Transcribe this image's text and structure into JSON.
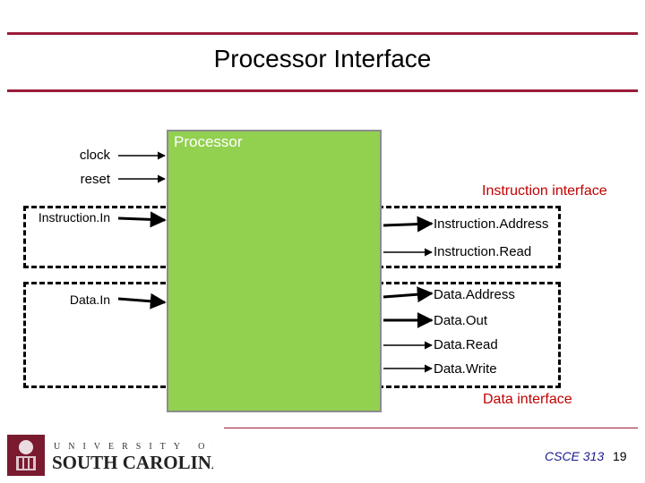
{
  "slide": {
    "title": "Processor Interface",
    "block_label": "Processor",
    "inputs": {
      "clock": "clock",
      "reset": "reset",
      "instruction_in": "Instruction.In",
      "data_in": "Data.In"
    },
    "instruction_interface": {
      "label": "Instruction interface",
      "signals": [
        "Instruction.Address",
        "Instruction.Read"
      ]
    },
    "data_interface": {
      "label": "Data interface",
      "signals": [
        "Data.Address",
        "Data.Out",
        "Data.Read",
        "Data.Write"
      ]
    },
    "footer": {
      "university_top": "UNIVERSITY OF",
      "university_bottom": "SOUTH CAROLINA.",
      "course": "CSCE 313",
      "page": "19"
    },
    "colors": {
      "accent_rule": "#9b1b3b",
      "processor_fill": "#92d050",
      "interface_label": "#c00000"
    }
  }
}
